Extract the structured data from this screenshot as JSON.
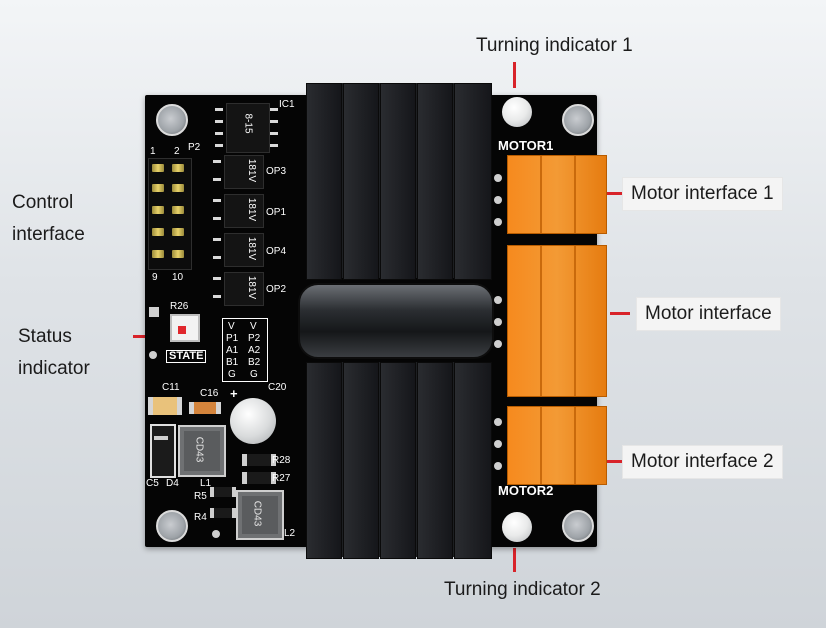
{
  "callouts": {
    "turning_indicator_1": "Turning indicator 1",
    "turning_indicator_2": "Turning indicator 2",
    "control_interface_l1": "Control",
    "control_interface_l2": "interface",
    "status_indicator_l1": "Status",
    "status_indicator_l2": "indicator",
    "motor_interface_1": "Motor interface 1",
    "motor_interface": "Motor interface",
    "motor_interface_2": "Motor interface 2"
  },
  "silkscreen": {
    "ic1": "IC1",
    "p2": "P2",
    "op3": "OP3",
    "op1": "OP1",
    "op4": "OP4",
    "op2": "OP2",
    "r26": "R26",
    "state": "STATE",
    "c11": "C11",
    "c16": "C16",
    "c20": "C20",
    "c5": "C5",
    "d4": "D4",
    "l1": "L1",
    "r5": "R5",
    "r4": "R4",
    "r28": "R28",
    "r27": "R27",
    "l2": "L2",
    "motor1": "MOTOR1",
    "motor2": "MOTOR2",
    "cd43_a": "CD43",
    "cd43_b": "CD43",
    "hdr_1": "1",
    "hdr_2": "2",
    "hdr_9": "9",
    "hdr_10": "10",
    "ic_mark": "8-15",
    "opto_mark": "181V",
    "pin_col1": [
      "V",
      "P1",
      "A1",
      "B1",
      "G"
    ],
    "pin_col2": [
      "V",
      "P2",
      "A2",
      "B2",
      "G"
    ]
  },
  "colors": {
    "board": "#050505",
    "terminal": "#f68a1e",
    "callout_tick": "#d8232a",
    "heatsink": "#1d1f22"
  }
}
